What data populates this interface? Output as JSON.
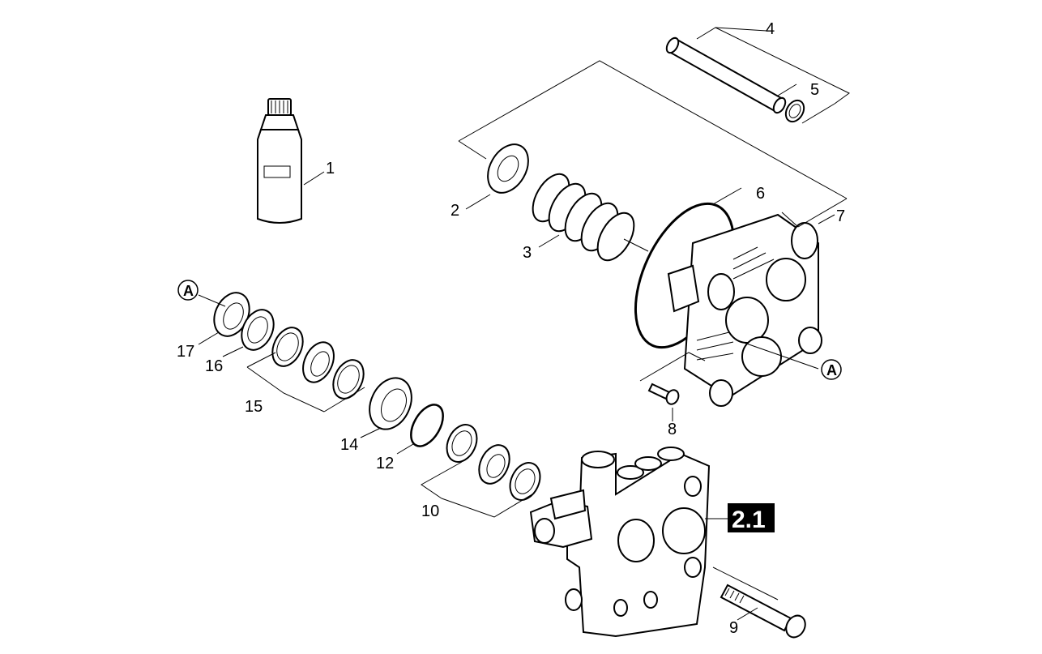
{
  "callouts": [
    {
      "id": "1",
      "text": "1"
    },
    {
      "id": "2",
      "text": "2"
    },
    {
      "id": "3",
      "text": "3"
    },
    {
      "id": "4",
      "text": "4"
    },
    {
      "id": "5",
      "text": "5"
    },
    {
      "id": "6",
      "text": "6"
    },
    {
      "id": "7",
      "text": "7"
    },
    {
      "id": "8",
      "text": "8"
    },
    {
      "id": "9",
      "text": "9"
    },
    {
      "id": "10",
      "text": "10"
    },
    {
      "id": "12",
      "text": "12"
    },
    {
      "id": "14",
      "text": "14"
    },
    {
      "id": "15",
      "text": "15"
    },
    {
      "id": "16",
      "text": "16"
    },
    {
      "id": "17",
      "text": "17"
    }
  ],
  "markers": {
    "a_left": "A",
    "a_right": "A"
  },
  "reference_label": "2.1"
}
